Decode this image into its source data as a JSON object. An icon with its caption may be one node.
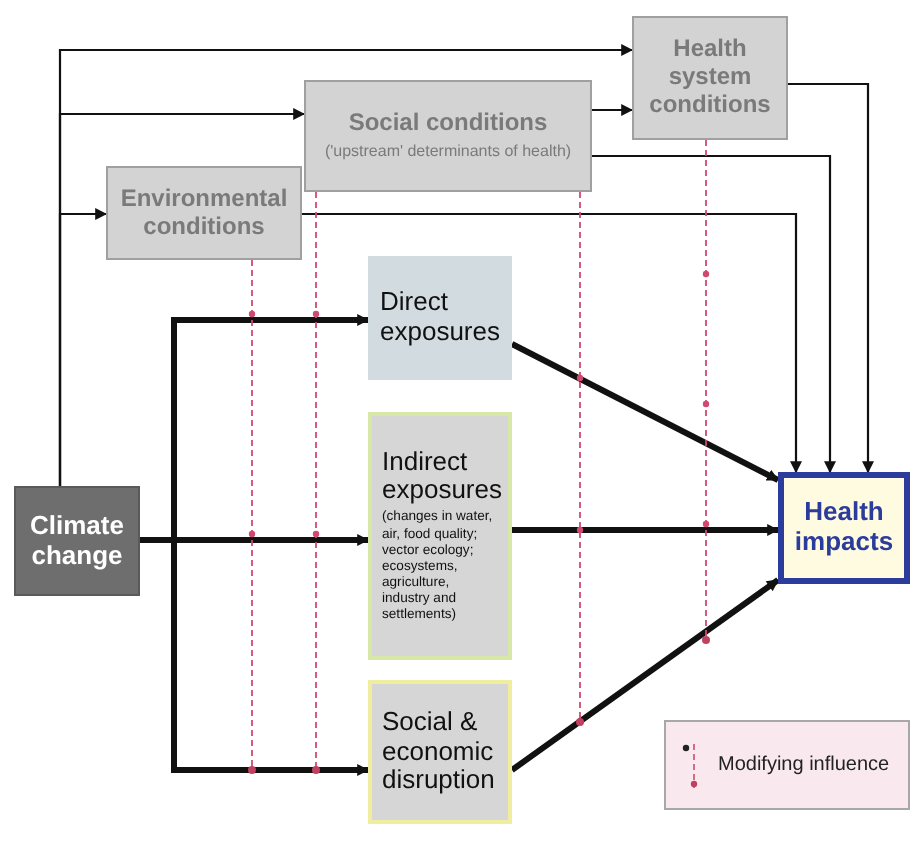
{
  "diagram": {
    "nodes": [
      {
        "text": [
          "Health system conditions"
        ]
      },
      {
        "text": [
          "Social conditions",
          "('upstream' determinants of health)"
        ]
      },
      {
        "text": [
          "Environmental conditions"
        ]
      },
      {
        "text": [
          "Direct exposures"
        ]
      },
      {
        "text": [
          "Indirect exposures",
          "(changes in water, air, food quality; vector ecology; ecosystems, agriculture, industry and settlements)"
        ]
      },
      {
        "text": [
          "Social & economic disruption"
        ]
      },
      {
        "text": [
          "Climate change"
        ]
      },
      {
        "text": [
          "Health impacts"
        ]
      }
    ],
    "edges": [
      {
        "from": 6,
        "to": 0,
        "arrow": "to"
      },
      {
        "from": 6,
        "to": 1,
        "arrow": "to"
      },
      {
        "from": 6,
        "to": 2,
        "arrow": "to"
      },
      {
        "from": 6,
        "to": 3,
        "arrow": "to",
        "style": "thick"
      },
      {
        "from": 6,
        "to": 4,
        "arrow": "to",
        "style": "thick"
      },
      {
        "from": 6,
        "to": 5,
        "arrow": "to",
        "style": "thick"
      },
      {
        "from": 1,
        "to": 0,
        "arrow": "to"
      },
      {
        "from": 0,
        "to": 7,
        "arrow": "to"
      },
      {
        "from": 1,
        "to": 7,
        "arrow": "to"
      },
      {
        "from": 2,
        "to": 7,
        "arrow": "to"
      },
      {
        "from": 3,
        "to": 7,
        "arrow": "to",
        "style": "thick"
      },
      {
        "from": 4,
        "to": 7,
        "arrow": "to",
        "style": "thick"
      },
      {
        "from": 5,
        "to": 7,
        "arrow": "to",
        "style": "thick"
      },
      {
        "from": 2,
        "to": null,
        "arrow": "other",
        "style": "dashed",
        "color": "#d04a70"
      },
      {
        "from": 1,
        "to": null,
        "arrow": "other",
        "style": "dashed",
        "color": "#d04a70"
      },
      {
        "from": 1,
        "to": null,
        "arrow": "other",
        "style": "dashed",
        "color": "#d04a70"
      },
      {
        "from": 0,
        "to": null,
        "arrow": "other",
        "style": "dashed",
        "color": "#d04a70"
      }
    ],
    "legend": [
      {
        "text": "Modifying influence"
      }
    ]
  }
}
